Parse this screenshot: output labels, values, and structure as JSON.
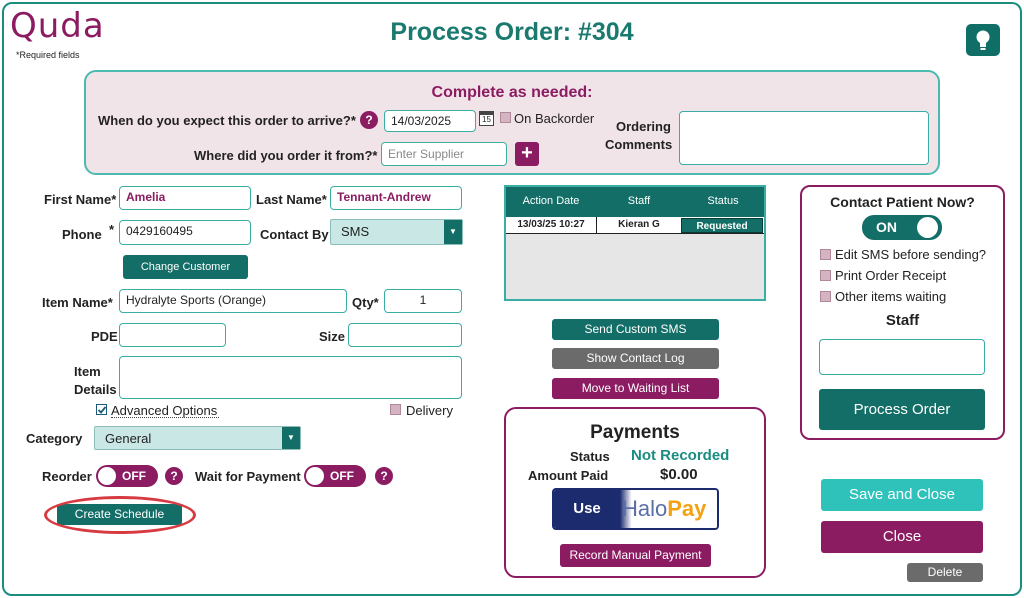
{
  "header": {
    "logo": "Quda",
    "required_note": "*Required fields",
    "title": "Process Order: #304"
  },
  "complete": {
    "heading": "Complete as needed:",
    "arrive_label": "When do you expect this order to arrive?*",
    "arrive_date": "14/03/2025",
    "calendar_day": "15",
    "backorder_label": "On Backorder",
    "supplier_label": "Where did you order it from?*",
    "supplier_placeholder": "Enter Supplier",
    "add_button": "+",
    "comments_label_1": "Ordering",
    "comments_label_2": "Comments"
  },
  "customer": {
    "first_name_label": "First Name*",
    "first_name": "Amelia",
    "last_name_label": "Last Name*",
    "last_name": "Tennant-Andrew",
    "phone_label": "Phone",
    "phone_star": "*",
    "phone": "0429160495",
    "contact_by_label": "Contact By",
    "contact_by": "SMS",
    "change_customer": "Change Customer"
  },
  "item": {
    "item_name_label": "Item Name*",
    "item_name": "Hydralyte Sports (Orange)",
    "qty_label": "Qty*",
    "qty": "1",
    "pde_label": "PDE",
    "size_label": "Size",
    "details_label_1": "Item",
    "details_label_2": "Details",
    "advanced_options": "Advanced Options",
    "delivery": "Delivery",
    "category_label": "Category",
    "category": "General",
    "reorder_label": "Reorder",
    "reorder_state": "OFF",
    "wait_payment_label": "Wait for Payment",
    "wait_payment_state": "OFF",
    "create_schedule": "Create Schedule"
  },
  "log": {
    "columns": [
      "Action Date",
      "Staff",
      "Status"
    ],
    "rows": [
      {
        "date": "13/03/25 10:27",
        "staff": "Kieran G",
        "status": "Requested"
      }
    ]
  },
  "actions": {
    "send_sms": "Send Custom SMS",
    "contact_log": "Show Contact Log",
    "waiting_list": "Move to Waiting List"
  },
  "payments": {
    "title": "Payments",
    "status_label": "Status",
    "status_value": "Not Recorded",
    "amount_label": "Amount Paid",
    "amount_value": "$0.00",
    "use_label": "Use",
    "halo_1": "Halo",
    "halo_2": "Pay",
    "record_manual": "Record Manual Payment"
  },
  "contact": {
    "title": "Contact Patient Now?",
    "toggle_state": "ON",
    "opt_edit_sms": "Edit SMS before sending?",
    "opt_print": "Print Order Receipt",
    "opt_other": "Other items waiting",
    "staff_label": "Staff",
    "process_order": "Process Order"
  },
  "footer": {
    "save_close": "Save and Close",
    "close": "Close",
    "delete": "Delete"
  },
  "colors": {
    "teal": "#126e66",
    "maroon": "#8b1c62",
    "light_teal_button": "#2fc2bb",
    "gray": "#6b6b6b"
  }
}
